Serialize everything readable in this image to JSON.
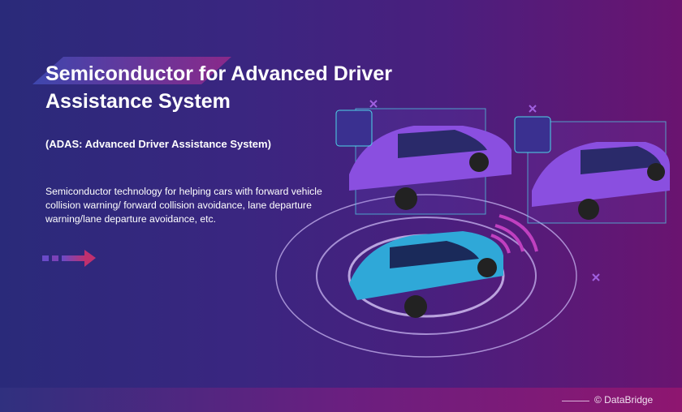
{
  "title": "Semiconductor for Advanced Driver Assistance System",
  "subtitle": "(ADAS: Advanced Driver Assistance System)",
  "description": "Semiconductor technology for helping cars with forward vehicle collision warning/ forward collision avoidance, lane departure warning/lane departure avoidance, etc.",
  "copyright": "© DataBridge",
  "colors": {
    "car_main": "#2fa8d8",
    "car_other": "#8a4fe0",
    "accent": "#4fd6e8"
  }
}
